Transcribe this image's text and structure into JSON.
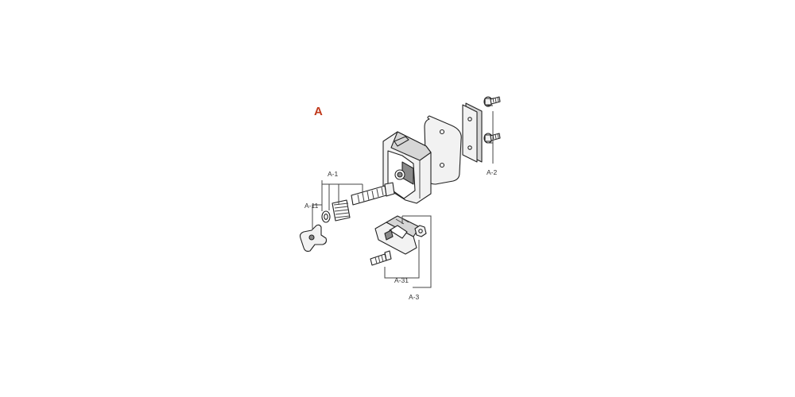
{
  "diagram": {
    "section_letter": "A",
    "labels": {
      "a1": "A-1",
      "a11": "A-11",
      "a2": "A-2",
      "a3": "A-3",
      "a31": "A-31"
    },
    "colors": {
      "section_letter": "#c0391b",
      "linework": "#222222",
      "fill_light": "#f2f2f2",
      "fill_mid": "#d6d6d6"
    }
  }
}
